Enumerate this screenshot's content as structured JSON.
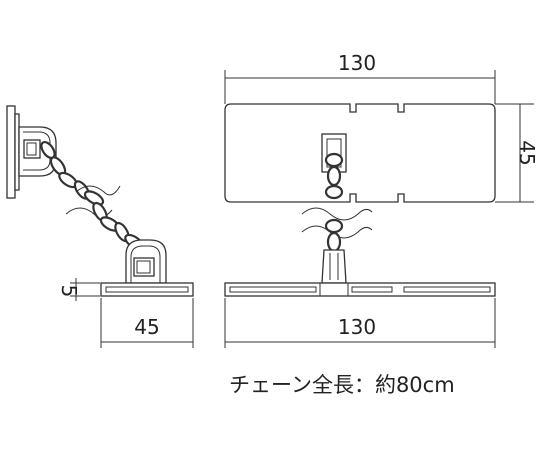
{
  "dimensions": {
    "top_width": "130",
    "side_height": "45",
    "left_thickness": "5",
    "left_width": "45",
    "bottom_width": "130"
  },
  "caption": "チェーン全長：約80cm",
  "icons": {
    "left_wall_plate": "wall-bracket-icon",
    "chain": "chain-icon"
  }
}
